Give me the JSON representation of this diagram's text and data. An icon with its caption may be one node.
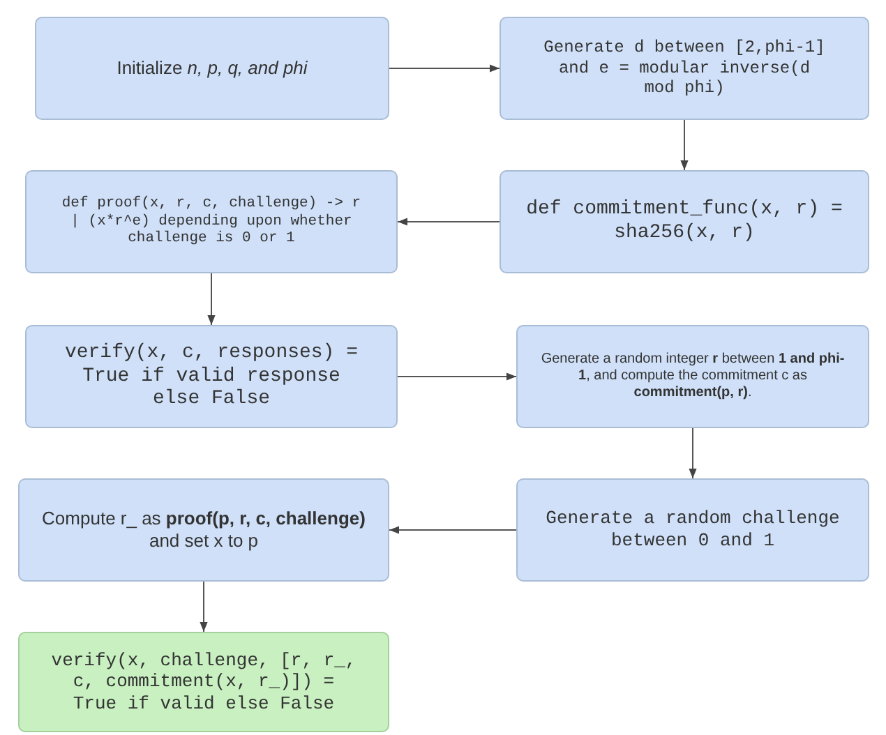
{
  "diagram": {
    "nodes": [
      {
        "text": [
          "Initialize *n,  p,  q,  and phi*"
        ]
      },
      {
        "text": [
          "Generate d between [2,phi-1] and e = modular inverse(d mod phi)"
        ]
      },
      {
        "text": [
          "def proof(x, r, c, challenge) -> r | (x*r^e) depending upon whether challenge is 0 or 1"
        ]
      },
      {
        "text": [
          "def commitment_func(x, r) = sha256(x, r)"
        ]
      },
      {
        "text": [
          "verify(x, c, responses) = True if valid response else False"
        ]
      },
      {
        "text": [
          "Generate a random integer **r** between **1 and phi-1**, and compute the commitment c as **commitment(p, r)**."
        ]
      },
      {
        "text": [
          "Compute r_ as **proof(p, r, c, challenge)** and set x to p"
        ]
      },
      {
        "text": [
          "Generate a random challenge between 0 and 1"
        ]
      },
      {
        "text": [
          "verify(x, challenge, [r, r_, c,  commitment(x, r_)]) = True if valid else False"
        ]
      }
    ],
    "edges": [
      {
        "from": 0,
        "to": 1,
        "arrow": "to"
      },
      {
        "from": 1,
        "to": 3,
        "arrow": "to"
      },
      {
        "from": 3,
        "to": 2,
        "arrow": "to"
      },
      {
        "from": 2,
        "to": 4,
        "arrow": "to"
      },
      {
        "from": 4,
        "to": 5,
        "arrow": "to"
      },
      {
        "from": 5,
        "to": 7,
        "arrow": "to"
      },
      {
        "from": 7,
        "to": 6,
        "arrow": "to"
      },
      {
        "from": 6,
        "to": 8,
        "arrow": "to"
      }
    ]
  }
}
